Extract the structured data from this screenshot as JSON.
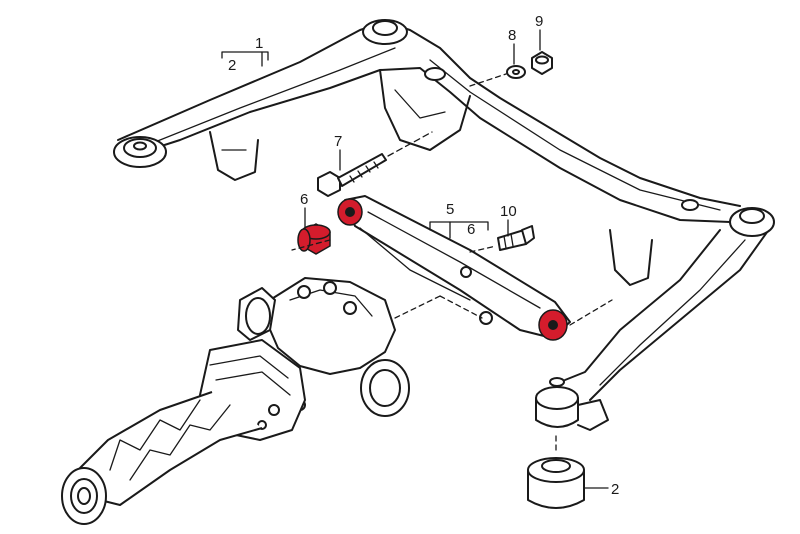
{
  "callouts": {
    "c1": "1",
    "c2_top": "2",
    "c2_bottom": "2",
    "c5": "5",
    "c6_group": "6",
    "c6_left": "6",
    "c7": "7",
    "c8": "8",
    "c9": "9",
    "c10": "10"
  },
  "colors": {
    "line": "#1a1a1a",
    "highlight": "#d41c2c",
    "background": "#ffffff"
  }
}
